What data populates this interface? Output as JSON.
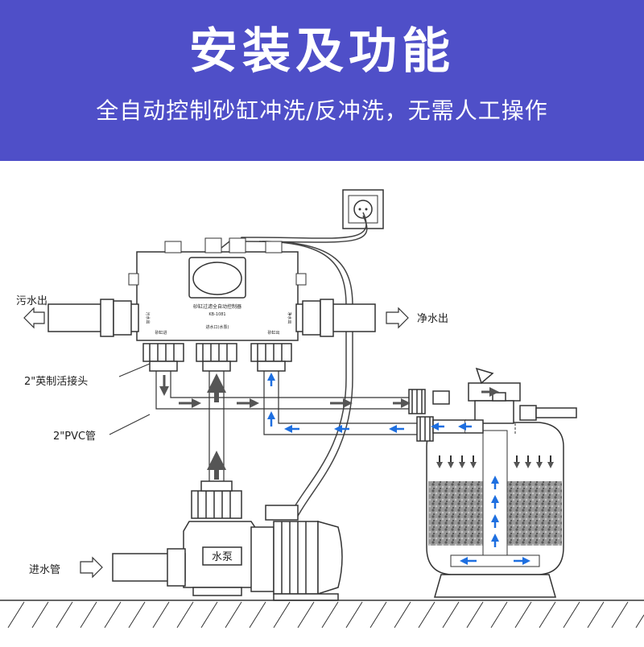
{
  "header": {
    "title": "安装及功能",
    "subtitle": "全自动控制砂缸冲洗/反冲洗，无需人工操作"
  },
  "diagram": {
    "labels": {
      "sewage_out": "污水出",
      "clean_out": "净水出",
      "union": "2\"英制活接头",
      "pvc_pipe": "2\"PVC管",
      "inlet_pipe": "进水管",
      "pump": "水泵"
    },
    "controller": {
      "title": "砂缸过滤全自动控制器",
      "model": "KB-1081",
      "inlet_label": "进水口(水泵)",
      "left_port": "砂缸进",
      "right_port": "砂缸出",
      "left_side": "污水出",
      "right_side": "净水出"
    },
    "colors": {
      "arrow_blue": "#1e6fe0",
      "arrow_gray": "#555555",
      "banner": "#4f4fc8"
    }
  }
}
